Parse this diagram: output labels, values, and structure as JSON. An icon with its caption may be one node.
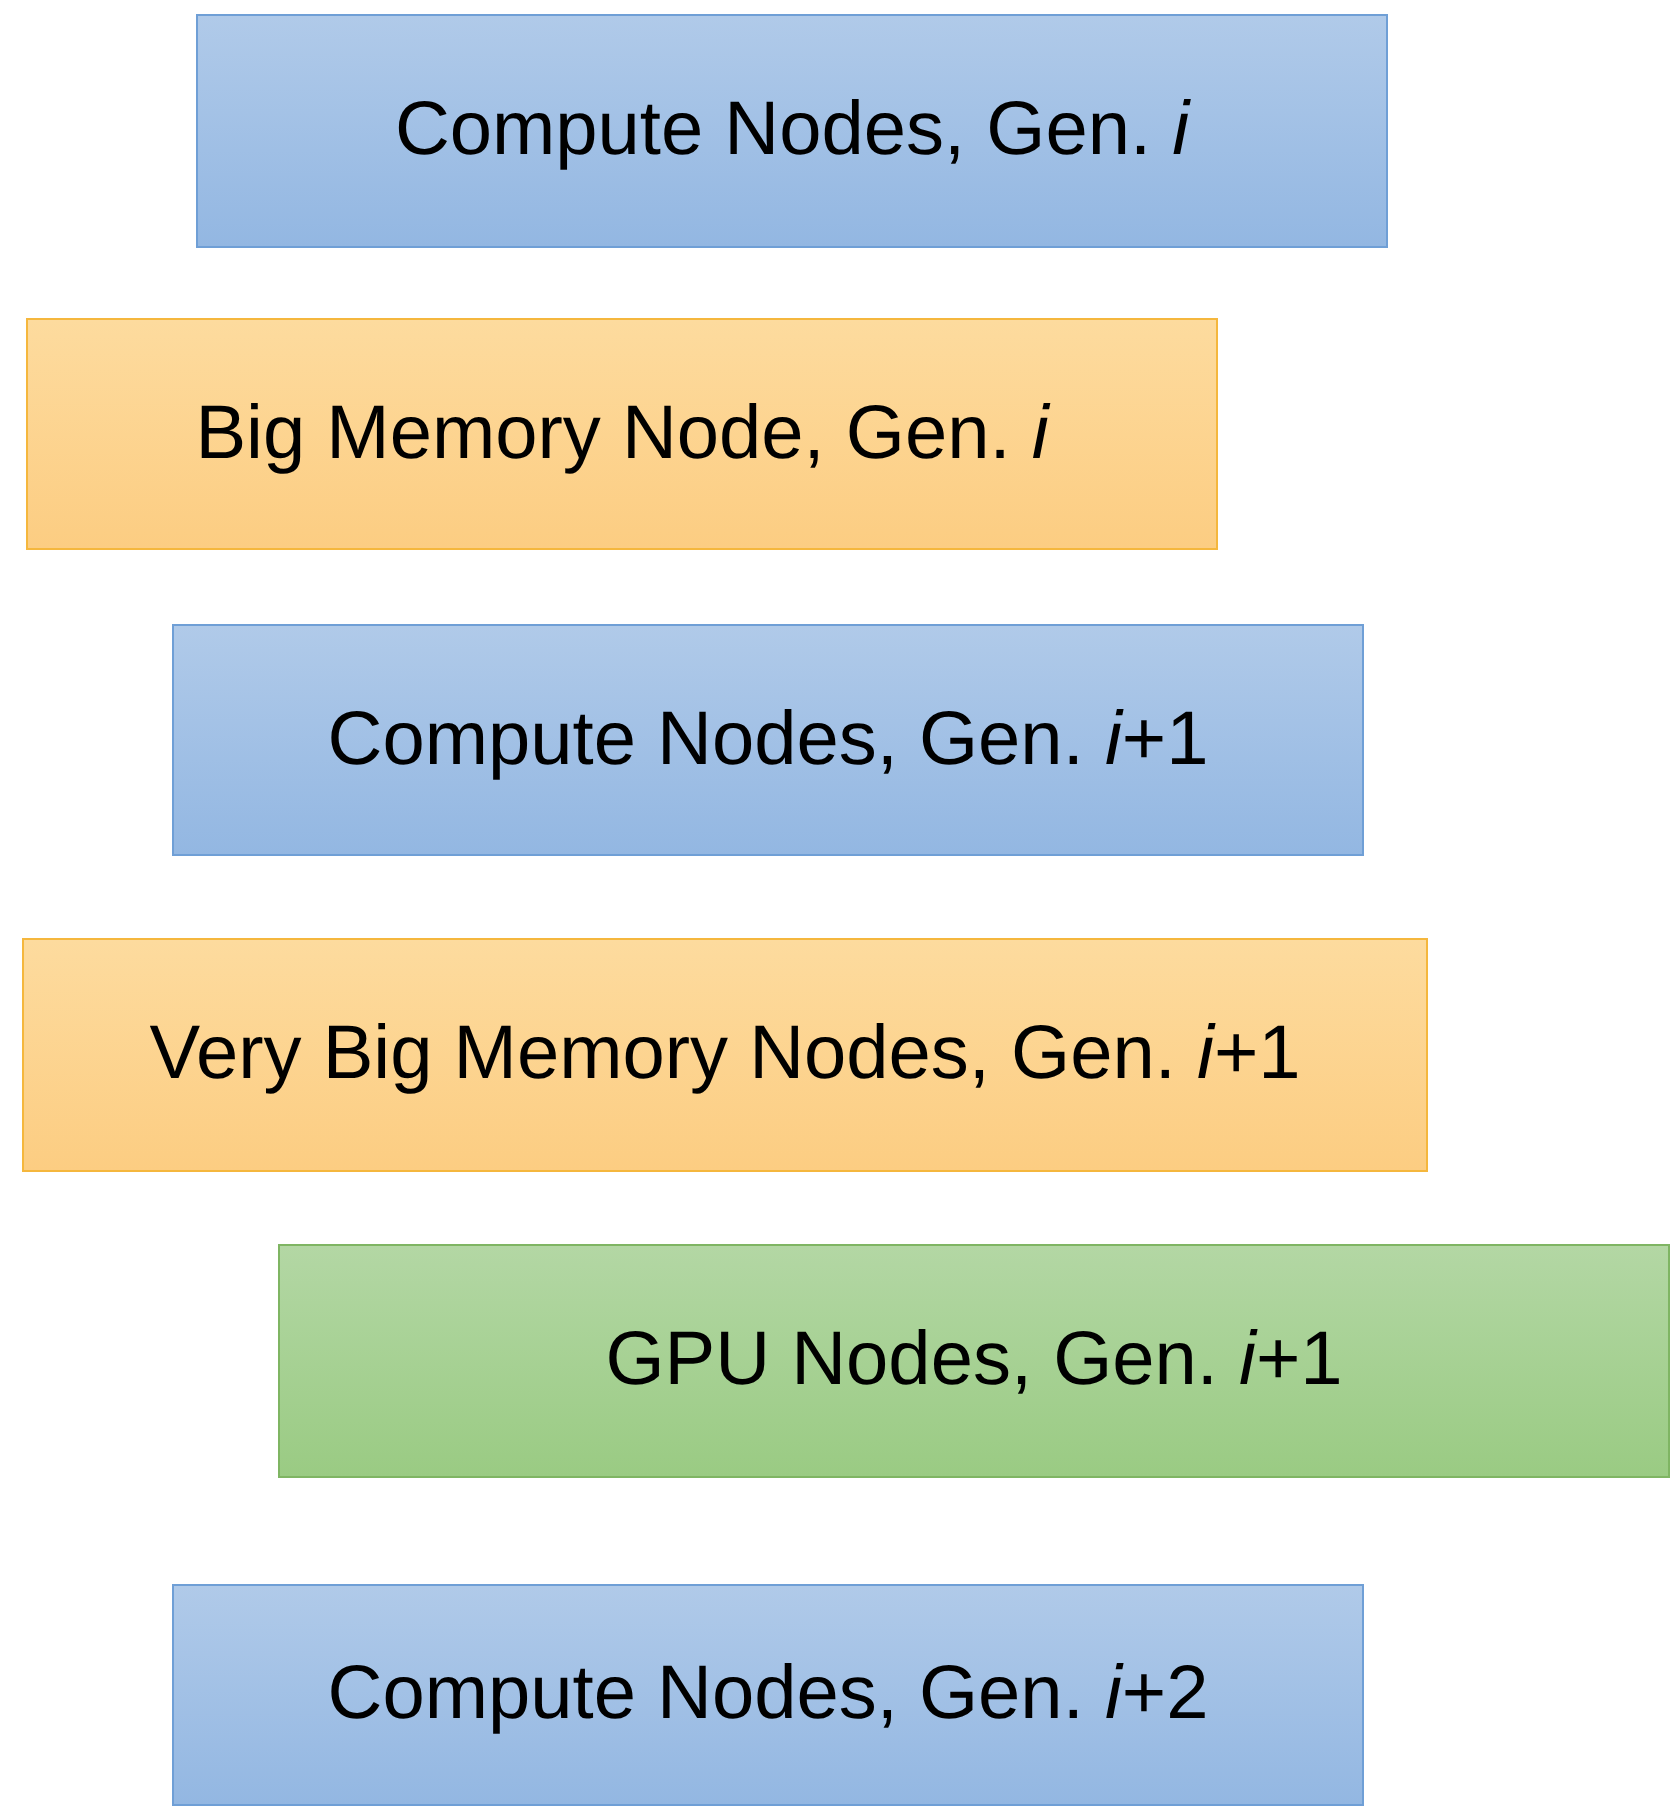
{
  "diagram": {
    "nodes": [
      {
        "text": [
          "Compute Nodes, Gen. *i*"
        ]
      },
      {
        "text": [
          "Big Memory Node, Gen. *i*"
        ]
      },
      {
        "text": [
          "Compute Nodes, Gen. *i*+1"
        ]
      },
      {
        "text": [
          "Very Big Memory Nodes, Gen. *i*+1"
        ]
      },
      {
        "text": [
          "GPU Nodes, Gen. *i*+1"
        ]
      },
      {
        "text": [
          "Compute Nodes, Gen. *i*+2"
        ]
      }
    ]
  }
}
